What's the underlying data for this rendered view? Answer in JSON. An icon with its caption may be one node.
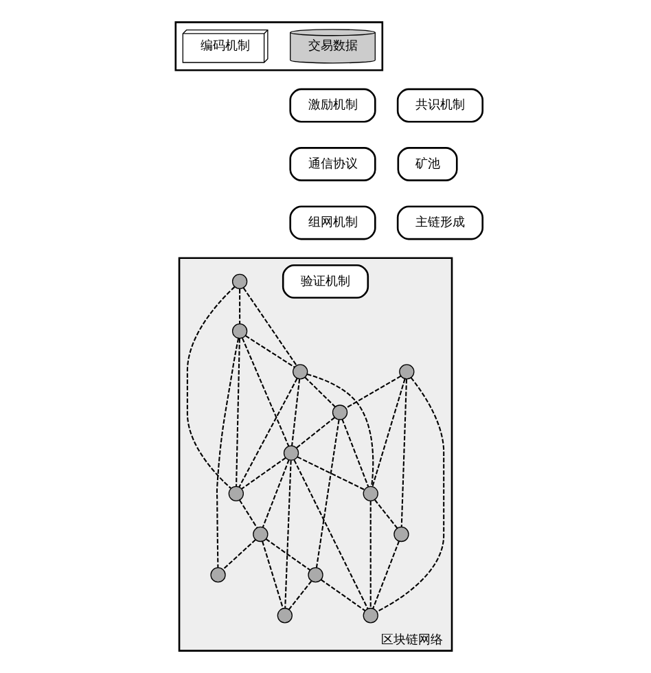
{
  "diagram": {
    "nodes": [
      {
        "text": [],
        "shape": "box"
      },
      {
        "text": [
          "交易数据"
        ],
        "in": 0
      },
      {
        "text": [
          "编码机制"
        ],
        "in": 0
      },
      {
        "text": [
          "区块链网络"
        ]
      },
      {
        "text": [
          "激励机制"
        ]
      },
      {
        "text": [
          "共识机制"
        ]
      },
      {
        "text": [
          "验证机制"
        ],
        "in": 3
      },
      {
        "text": [
          "通信协议"
        ]
      },
      {
        "text": [
          "矿池"
        ]
      },
      {
        "text": [
          "组网机制"
        ]
      },
      {
        "text": [
          "主链形成"
        ]
      },
      {
        "text": [],
        "shape": "circle",
        "in": 3
      },
      {
        "text": [],
        "shape": "circle",
        "in": 3
      },
      {
        "text": [],
        "shape": "circle",
        "in": 3
      },
      {
        "text": [],
        "shape": "circle",
        "in": 3
      },
      {
        "text": [],
        "shape": "circle",
        "in": 3
      },
      {
        "text": [],
        "shape": "circle",
        "in": 3
      },
      {
        "text": [],
        "shape": "circle",
        "in": 3
      },
      {
        "text": [],
        "shape": "circle",
        "in": 3
      },
      {
        "text": [],
        "shape": "circle",
        "in": 3
      },
      {
        "text": [],
        "shape": "circle",
        "in": 3
      },
      {
        "text": [],
        "shape": "circle",
        "in": 3
      },
      {
        "text": [],
        "shape": "circle",
        "in": 3
      },
      {
        "text": [],
        "shape": "circle",
        "in": 3
      },
      {
        "text": [],
        "shape": "circle",
        "in": 3
      }
    ],
    "edges": [
      {
        "from": 12,
        "to": 17,
        "arrow": "none",
        "style": "dashed"
      },
      {
        "from": 12,
        "to": 14,
        "arrow": "none",
        "style": "dashed"
      },
      {
        "from": 12,
        "to": 20,
        "arrow": "none",
        "style": "dashed"
      },
      {
        "from": 17,
        "to": 14,
        "arrow": "none",
        "style": "dashed"
      },
      {
        "from": 17,
        "to": 18,
        "arrow": "none",
        "style": "dashed"
      },
      {
        "from": 17,
        "to": 20,
        "arrow": "none",
        "style": "dashed"
      },
      {
        "from": 17,
        "to": 23,
        "arrow": "none",
        "style": "dashed"
      },
      {
        "from": 14,
        "to": 13,
        "arrow": "none",
        "style": "dashed"
      },
      {
        "from": 14,
        "to": 20,
        "arrow": "none",
        "style": "dashed"
      },
      {
        "from": 14,
        "to": 18,
        "arrow": "none",
        "style": "dashed"
      },
      {
        "from": 14,
        "to": 16,
        "arrow": "none",
        "style": "dashed"
      },
      {
        "from": 11,
        "to": 13,
        "arrow": "none",
        "style": "dashed"
      },
      {
        "from": 13,
        "to": 18,
        "arrow": "none",
        "style": "dashed"
      },
      {
        "from": 13,
        "to": 16,
        "arrow": "none",
        "style": "dashed"
      },
      {
        "from": 13,
        "to": 21,
        "arrow": "none",
        "style": "dashed"
      },
      {
        "from": 11,
        "to": 16,
        "arrow": "none",
        "style": "dashed"
      },
      {
        "from": 11,
        "to": 15,
        "arrow": "none",
        "style": "dashed"
      },
      {
        "from": 11,
        "to": 19,
        "arrow": "none",
        "style": "dashed"
      },
      {
        "from": 18,
        "to": 16,
        "arrow": "none",
        "style": "dashed"
      },
      {
        "from": 16,
        "to": 15,
        "arrow": "none",
        "style": "dashed"
      },
      {
        "from": 15,
        "to": 19,
        "arrow": "none",
        "style": "dashed"
      },
      {
        "from": 16,
        "to": 19,
        "arrow": "none",
        "style": "dashed"
      },
      {
        "from": 18,
        "to": 19,
        "arrow": "none",
        "style": "dashed"
      },
      {
        "from": 18,
        "to": 20,
        "arrow": "none",
        "style": "dashed"
      },
      {
        "from": 18,
        "to": 22,
        "arrow": "none",
        "style": "dashed"
      },
      {
        "from": 18,
        "to": 24,
        "arrow": "none",
        "style": "dashed"
      },
      {
        "from": 20,
        "to": 22,
        "arrow": "none",
        "style": "dashed"
      },
      {
        "from": 22,
        "to": 23,
        "arrow": "none",
        "style": "dashed"
      },
      {
        "from": 22,
        "to": 21,
        "arrow": "none",
        "style": "dashed"
      },
      {
        "from": 22,
        "to": 24,
        "arrow": "none",
        "style": "dashed"
      },
      {
        "from": 21,
        "to": 19,
        "arrow": "none",
        "style": "dashed"
      },
      {
        "from": 21,
        "to": 24,
        "arrow": "none",
        "style": "dashed"
      }
    ]
  }
}
